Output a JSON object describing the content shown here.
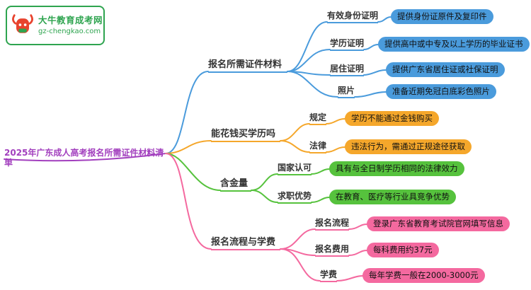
{
  "logo": {
    "name": "大牛教育成考网",
    "domain": "gz-chengkao.com"
  },
  "root": {
    "label": "2025年广东成人高考报名所需证件材料清单"
  },
  "branches": [
    {
      "label": "报名所需证件材料",
      "color": "#4A9BDC",
      "children": [
        {
          "label": "有效身份证明",
          "value": "提供身份证原件及复印件"
        },
        {
          "label": "学历证明",
          "value": "提供高中或中专及以上学历的毕业证书"
        },
        {
          "label": "居住证明",
          "value": "提供广东省居住证或社保证明"
        },
        {
          "label": "照片",
          "value": "准备近期免冠白底彩色照片"
        }
      ]
    },
    {
      "label": "能花钱买学历吗",
      "color": "#F5A72B",
      "children": [
        {
          "label": "规定",
          "value": "学历不能通过金钱购买"
        },
        {
          "label": "法律",
          "value": "违法行为，需通过正规途径获取"
        }
      ]
    },
    {
      "label": "含金量",
      "color": "#56C23D",
      "children": [
        {
          "label": "国家认可",
          "value": "具有与全日制学历相同的法律效力"
        },
        {
          "label": "求职优势",
          "value": "在教育、医疗等行业具竞争优势"
        }
      ]
    },
    {
      "label": "报名流程与学费",
      "color": "#F4699F",
      "children": [
        {
          "label": "报名流程",
          "value": "登录广东省教育考试院官网填写信息"
        },
        {
          "label": "报名费用",
          "value": "每科费用约37元"
        },
        {
          "label": "学费",
          "value": "每年学费一般在2000-3000元"
        }
      ]
    }
  ],
  "colors": {
    "root": "#A23FBE",
    "logo_green": "#2EA44F",
    "bull_red": "#E8432E"
  }
}
